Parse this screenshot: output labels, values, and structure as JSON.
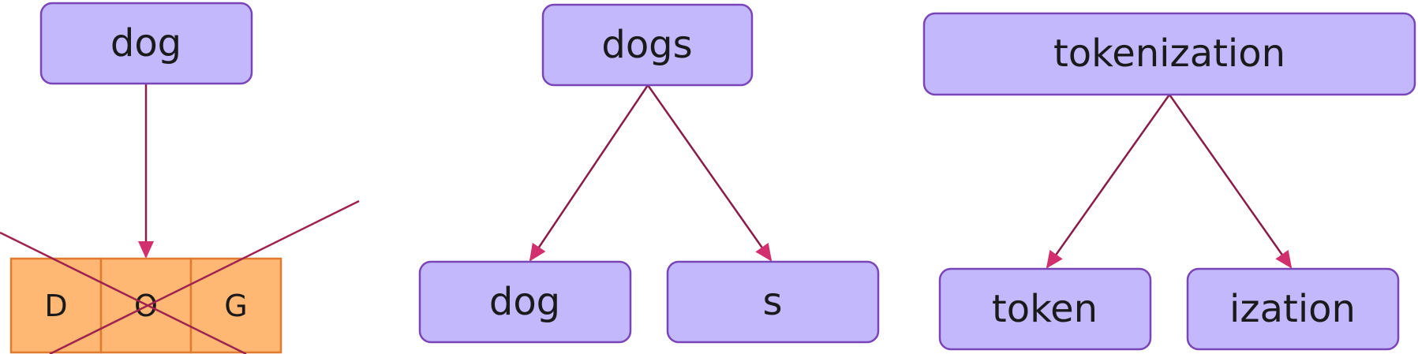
{
  "colors": {
    "node_fill": "#c3b8fb",
    "node_stroke": "#7a45b8",
    "arrow_line": "#8a1c4a",
    "arrow_head": "#d22f6e",
    "char_fill": "#ffb774",
    "char_stroke": "#e07a2e",
    "cross_line": "#a0224f"
  },
  "diagram_1": {
    "root": "dog",
    "chars": [
      "D",
      "O",
      "G"
    ]
  },
  "diagram_2": {
    "root": "dogs",
    "children": [
      "dog",
      "s"
    ]
  },
  "diagram_3": {
    "root": "tokenization",
    "children": [
      "token",
      "ization"
    ]
  }
}
